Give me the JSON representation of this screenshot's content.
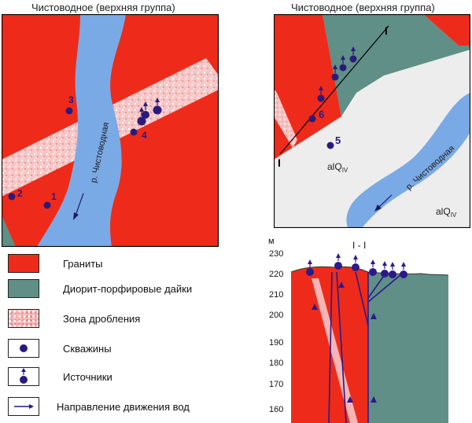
{
  "titles": {
    "left": "Чистоводное (верхняя группа)",
    "right": "Чистоводное (верхняя группа)"
  },
  "left_map": {
    "river_label": "р. Чистоводная",
    "wells": [
      "1",
      "2",
      "3",
      "4"
    ]
  },
  "right_map": {
    "section_mark": "I",
    "well_labels": [
      "6",
      "5"
    ],
    "alluvium_label": "alQ",
    "alluvium_sub": "IV",
    "river_label": "р. Чистоводная"
  },
  "section": {
    "title": "I - I",
    "y_unit": "м",
    "y_ticks": [
      "230",
      "220",
      "210",
      "200",
      "190",
      "180",
      "170",
      "160"
    ]
  },
  "legend": [
    {
      "label": "Граниты",
      "icon": "granite-swatch"
    },
    {
      "label": "Диорит-порфировые дайки",
      "icon": "diorite-swatch"
    },
    {
      "label": "Зона дробления",
      "icon": "crush-zone-swatch"
    },
    {
      "label": "Скважины",
      "icon": "well-icon"
    },
    {
      "label": "Источники",
      "icon": "spring-icon"
    },
    {
      "label": "Направление движения вод",
      "icon": "flow-arrow-icon"
    }
  ],
  "colors": {
    "granite": "#ee2b1a",
    "diorite": "#5f8f86",
    "river": "#7aaae6",
    "alluvium": "#ededed",
    "crush": "#f5c0c0",
    "point": "#2b1a7a"
  }
}
